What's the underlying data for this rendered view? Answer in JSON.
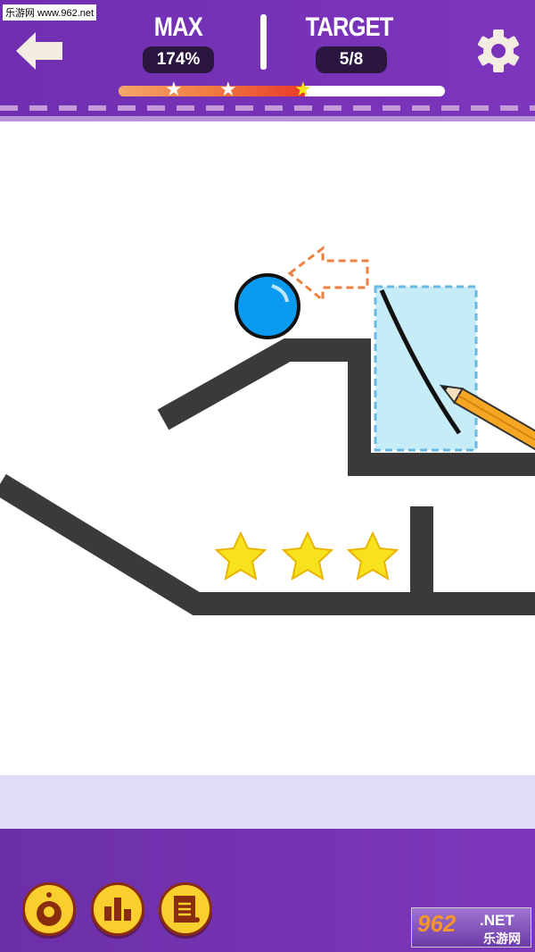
{
  "watermark_top": "乐游网 www.962.net",
  "header": {
    "max_label": "MAX",
    "max_value": "174%",
    "target_label": "TARGET",
    "target_value": "5/8",
    "progress_percent": 57,
    "progress_stars": 3
  },
  "level": {
    "collectible_stars": 3
  },
  "footer": {
    "buttons": [
      "hint",
      "leaderboard",
      "levels"
    ],
    "logo_number": "962",
    "logo_net": ".NET",
    "logo_cn": "乐游网"
  },
  "colors": {
    "header": "#7a33b8",
    "ball": "#0a9af0",
    "ground": "#3a3a3a",
    "box": "#c6ecf8"
  }
}
